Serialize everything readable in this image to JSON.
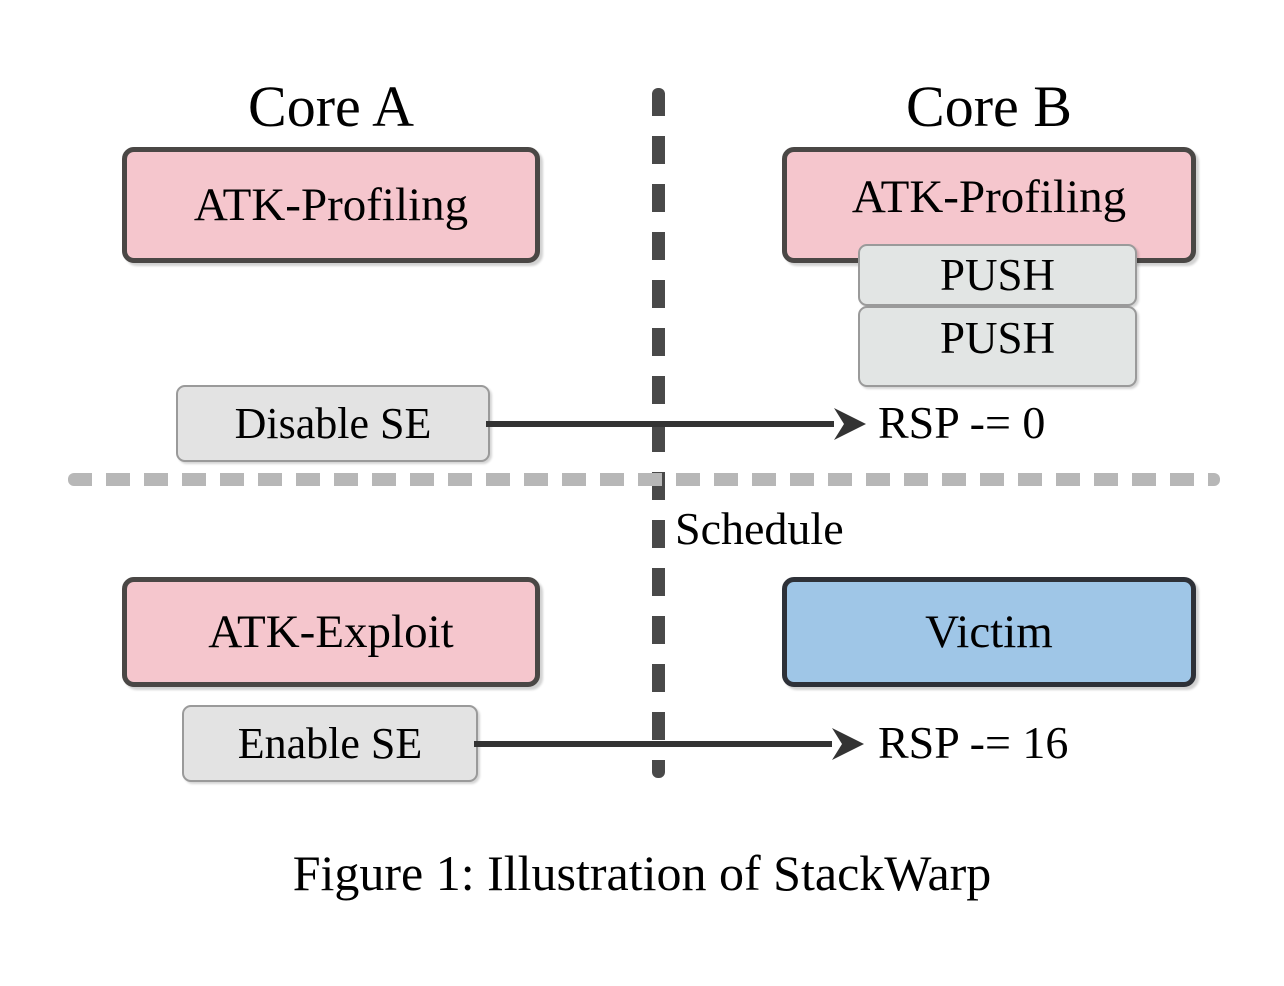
{
  "figure": {
    "caption": "Figure 1: Illustration of StackWarp",
    "columns": {
      "left_heading": "Core A",
      "right_heading": "Core B"
    },
    "divider_label": "Schedule"
  },
  "phase_profiling": {
    "core_a": {
      "process_box": "ATK-Profiling",
      "action_box": "Disable SE"
    },
    "core_b": {
      "process_box": "ATK-Profiling",
      "stack_ops": [
        "PUSH",
        "PUSH"
      ],
      "rsp_result": "RSP -= 0"
    }
  },
  "phase_exploit": {
    "core_a": {
      "process_box": "ATK-Exploit",
      "action_box": "Enable SE"
    },
    "core_b": {
      "process_box": "Victim",
      "rsp_result": "RSP -= 16"
    }
  },
  "colors": {
    "attacker_fill": "#f5c6cd",
    "attacker_border": "#4a4745",
    "victim_fill": "#9fc6e7",
    "victim_border": "#2e3138",
    "action_fill": "#e3e3e3",
    "action_border": "#9a9a9a",
    "push_fill": "#e2e5e4",
    "vertical_divider": "#494949",
    "horizontal_divider": "#b7b7b7",
    "arrow": "#333333",
    "text": "#000000",
    "background": "#ffffff"
  },
  "chart_data": {
    "type": "diagram",
    "title": "Illustration of StackWarp",
    "lanes": [
      "Core A",
      "Core B"
    ],
    "rows": [
      {
        "phase": "profiling",
        "core_a": [
          "ATK-Profiling",
          "Disable SE"
        ],
        "core_b": [
          "ATK-Profiling",
          "PUSH",
          "PUSH",
          "RSP -= 0"
        ],
        "edge": {
          "from": "Disable SE",
          "to": "RSP -= 0",
          "style": "arrow"
        }
      },
      {
        "phase": "exploit",
        "core_a": [
          "ATK-Exploit",
          "Enable SE"
        ],
        "core_b": [
          "Victim",
          "RSP -= 16"
        ],
        "edge": {
          "from": "Enable SE",
          "to": "RSP -= 16",
          "style": "arrow"
        }
      }
    ],
    "dividers": [
      {
        "orientation": "vertical",
        "style": "dashed",
        "label": "Schedule"
      },
      {
        "orientation": "horizontal",
        "style": "dashed",
        "label": ""
      }
    ]
  }
}
